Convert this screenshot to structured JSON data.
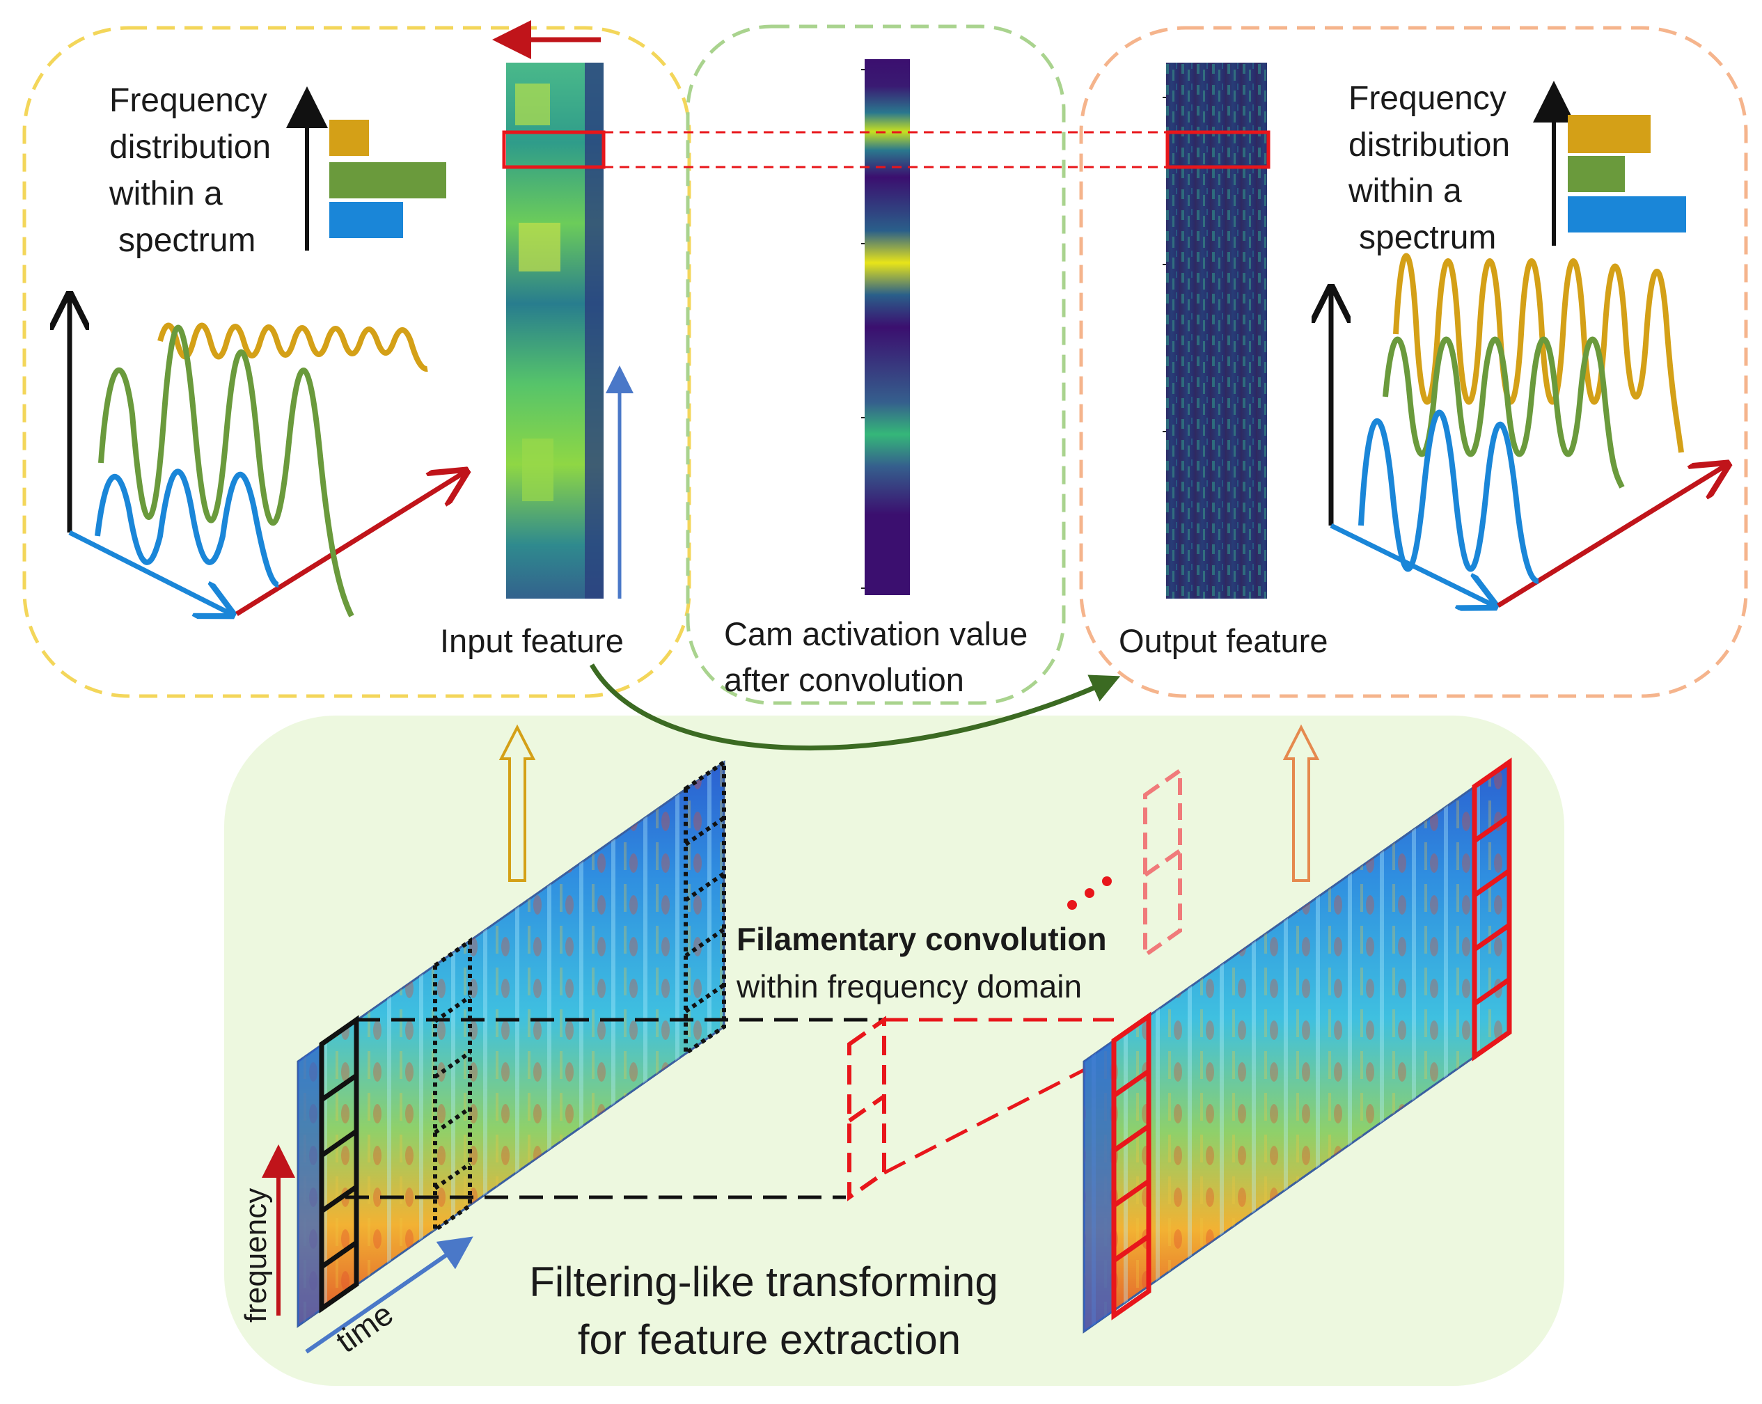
{
  "panels": {
    "left": {
      "title_lines": [
        "Frequency",
        "distribution",
        "within a",
        "spectrum"
      ],
      "bar_values": [
        0.34,
        1.0,
        0.63
      ]
    },
    "right": {
      "title_lines": [
        "Frequency",
        "distribution",
        "within a",
        "spectrum"
      ],
      "bar_values": [
        0.7,
        0.48,
        1.0
      ]
    },
    "input_feature_label": "Input feature",
    "cam_label_lines": [
      "Cam activation value",
      "after convolution"
    ],
    "output_feature_label": "Output feature"
  },
  "bottom": {
    "filamentary_bold": "Filamentary convolution",
    "filamentary_rest": "within frequency domain",
    "filtering_lines": [
      "Filtering-like transforming",
      "for feature extraction"
    ],
    "axis_frequency": "frequency",
    "axis_time": "time"
  },
  "colors": {
    "bar_top": "#d4a017",
    "bar_mid": "#6a9a3c",
    "bar_bottom": "#1a86d8",
    "wave_back": "#d4a017",
    "wave_mid": "#6a9a3c",
    "wave_front": "#1a86d8",
    "highlight_red": "#e8161b",
    "panel_left_border": "#f3d65a",
    "panel_mid_border": "#a9d38e",
    "panel_right_border": "#f5b48c",
    "bottom_bg": "#edf8df",
    "flow_arrow": "#3b6a22"
  }
}
